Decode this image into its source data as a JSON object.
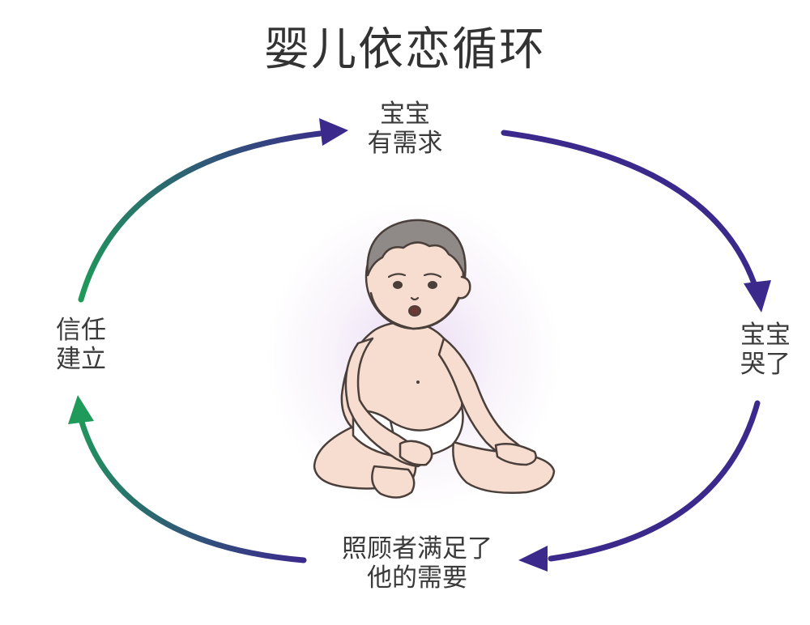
{
  "title": "婴儿依恋循环",
  "nodes": {
    "need": {
      "line1": "宝宝",
      "line2": "有需求"
    },
    "cry": {
      "line1": "宝宝",
      "line2": "哭了"
    },
    "care": {
      "line1": "照顾者满足了",
      "line2": "他的需要"
    },
    "trust": {
      "line1": "信任",
      "line2": "建立"
    }
  },
  "colors": {
    "purple": "#3b2a8c",
    "green": "#1f9a5a",
    "text": "#333333"
  },
  "illustration": "sitting-baby-in-diaper"
}
